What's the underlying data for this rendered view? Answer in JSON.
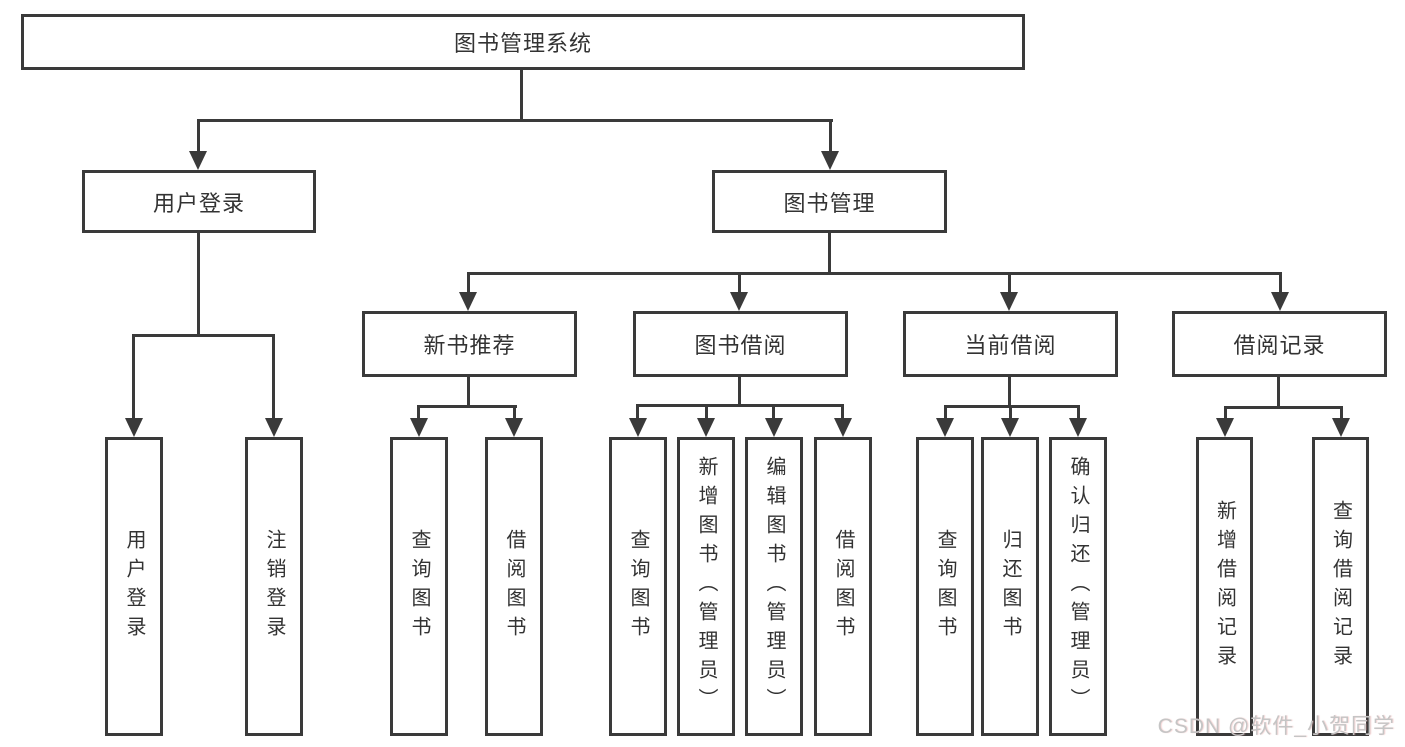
{
  "nodes": {
    "root": "图书管理系统",
    "user_login": "用户登录",
    "book_management": "图书管理",
    "new_book_recommend": "新书推荐",
    "book_borrow": "图书借阅",
    "current_borrow": "当前借阅",
    "borrow_records": "借阅记录",
    "leaf_user_login": "用户登录",
    "leaf_logout": "注销登录",
    "nb_query_books": "查询图书",
    "nb_borrow_books": "借阅图书",
    "bb_query_books": "查询图书",
    "bb_add_books": "新增图书（管理员）",
    "bb_edit_books": "编辑图书（管理员）",
    "bb_borrow_books": "借阅图书",
    "cb_query_books": "查询图书",
    "cb_return_books": "归还图书",
    "cb_confirm_return": "确认归还（管理员）",
    "br_add_record": "新增借阅记录",
    "br_query_record": "查询借阅记录"
  },
  "watermark": "CSDN @软件_小贺同学",
  "colors": {
    "line": "#3a3a3a",
    "text": "#333333",
    "background": "#ffffff",
    "watermark": "#c5c5c5"
  }
}
